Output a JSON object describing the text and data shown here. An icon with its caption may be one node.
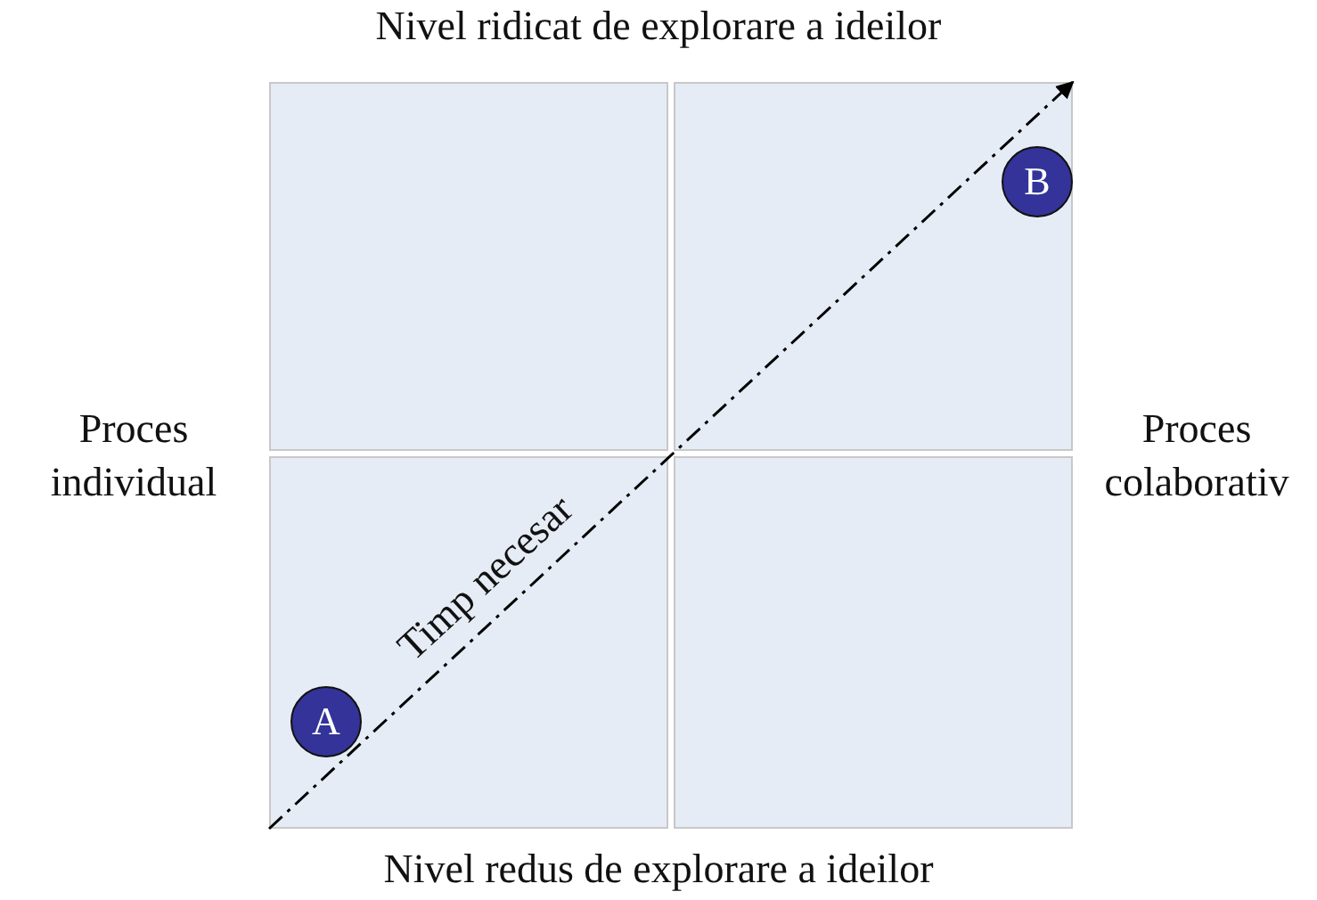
{
  "diagram": {
    "nodes": [
      {
        "text": [],
        "shape": "box"
      },
      {
        "text": [],
        "shape": "box"
      },
      {
        "text": [
          "B"
        ],
        "in": 1
      },
      {
        "text": [],
        "shape": "box"
      },
      {
        "text": [
          "A"
        ],
        "in": 3
      },
      {
        "text": [],
        "shape": "box"
      }
    ],
    "edges": [
      {
        "from": 3,
        "to": 1,
        "arrow": "to",
        "label": "Timp necesar",
        "style": "dashed"
      }
    ],
    "labels": [
      "Nivel ridicat de explorare a ideilor",
      "Proces individual",
      "Proces colaborativ",
      "Nivel redus de explorare a ideilor"
    ]
  }
}
